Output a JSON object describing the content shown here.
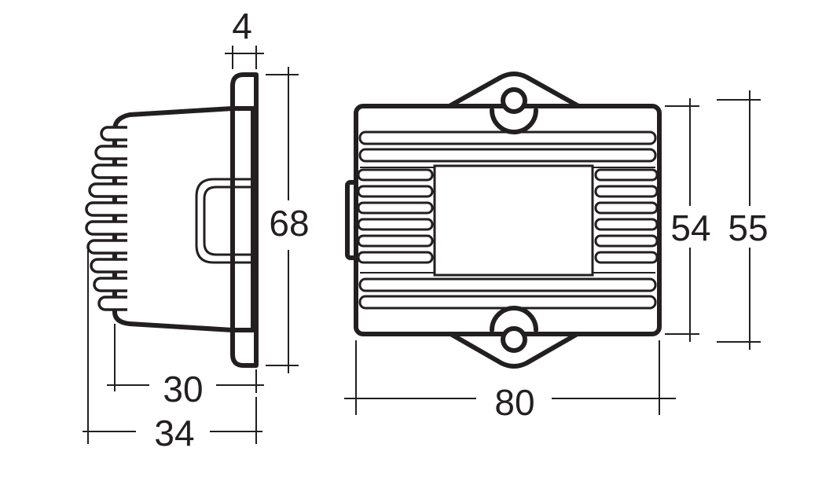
{
  "dimensions": {
    "flange_thickness": "4",
    "side_height": "68",
    "body_depth": "30",
    "overall_depth": "34",
    "housing_height": "54",
    "overall_height": "55",
    "housing_width": "80"
  },
  "colors": {
    "line": "#231f20",
    "background": "#ffffff"
  }
}
